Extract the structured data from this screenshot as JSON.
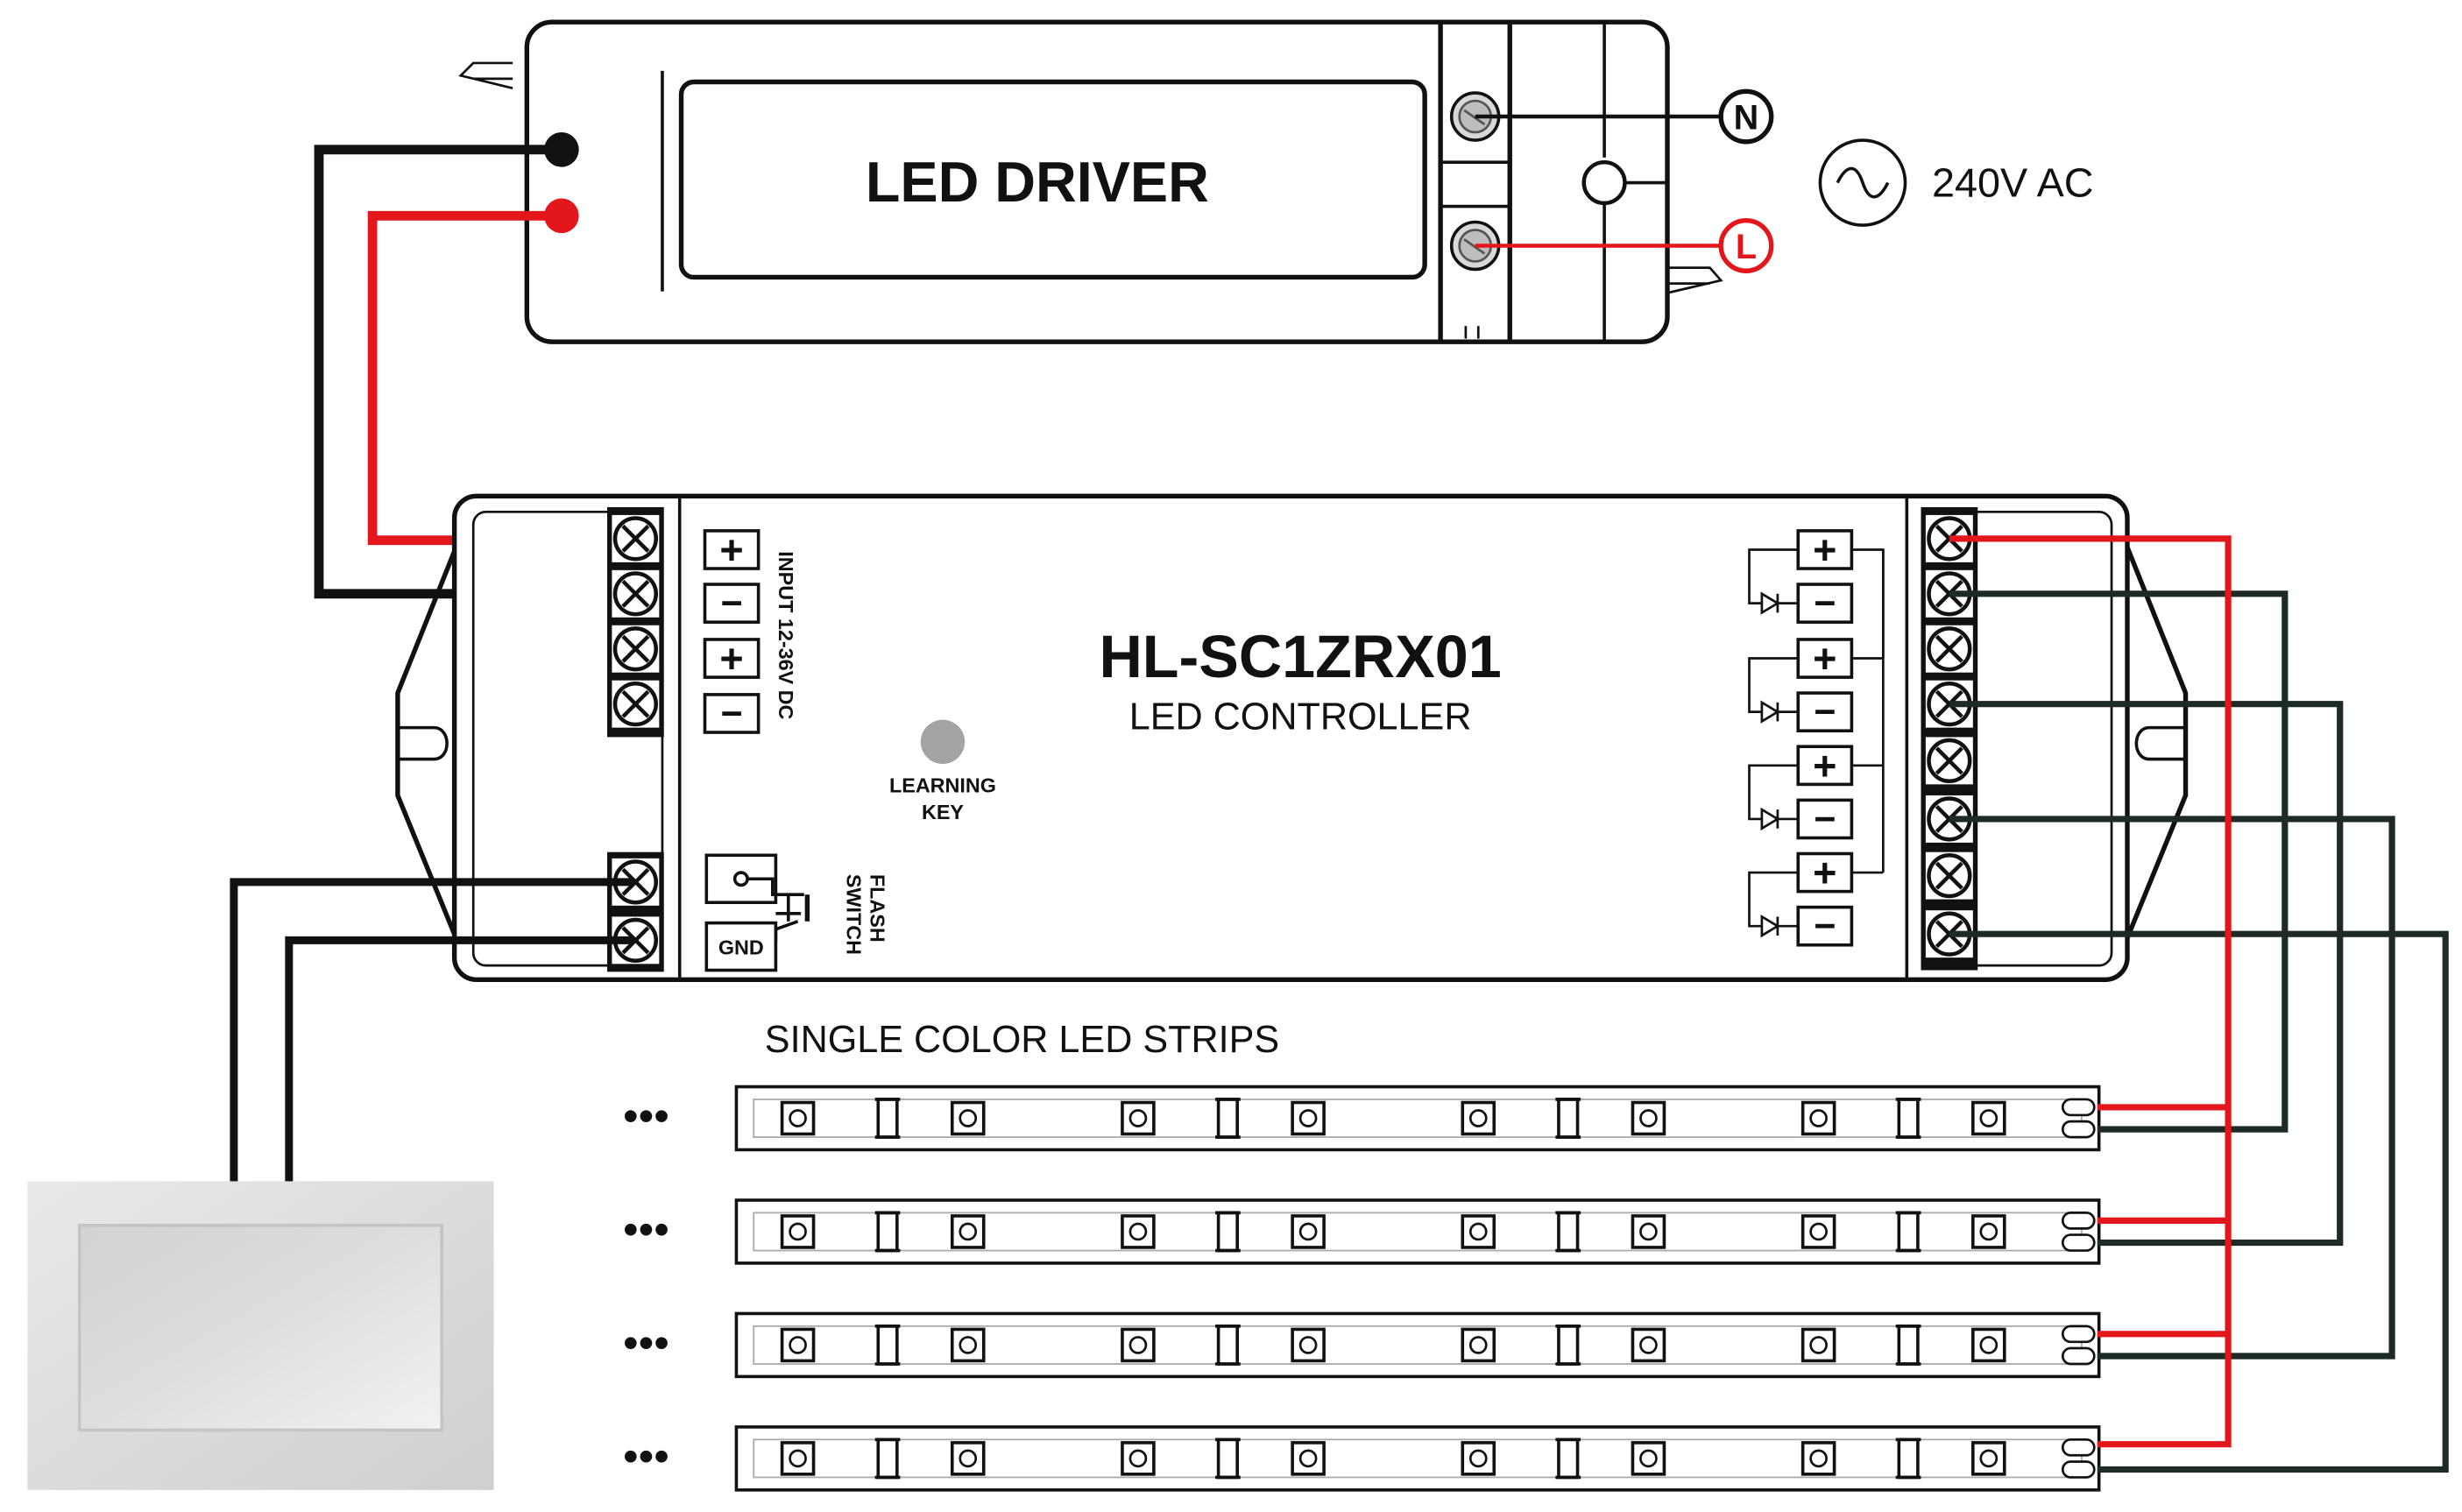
{
  "driver": {
    "title": "LED DRIVER"
  },
  "supply": {
    "label": "240V AC",
    "neutral": "N",
    "live": "L"
  },
  "controller": {
    "model": "HL-SC1ZRX01",
    "subtitle": "LED CONTROLLER",
    "input_label": "INPUT 12-36V DC",
    "learning_key_line1": "LEARNING",
    "learning_key_line2": "KEY",
    "switch_label_line1": "FLASH",
    "switch_label_line2": "SWITCH",
    "gnd_label": "GND",
    "plus": "+",
    "minus": "−"
  },
  "strips": {
    "title": "SINGLE COLOR LED STRIPS",
    "ellipsis": "•••",
    "count": 4
  },
  "colors": {
    "red_wire": "#e3161b",
    "dark_wire": "#1e2a26",
    "black": "#111111"
  }
}
